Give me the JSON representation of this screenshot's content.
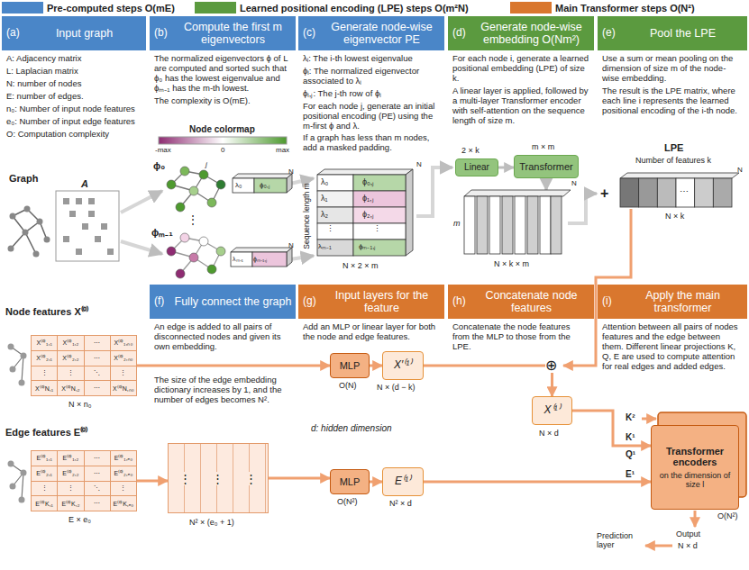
{
  "diagram": {
    "nodes": [
      {
        "text": [
          "(a)",
          "Input graph",
          "A: Adjacency matrix",
          "L: Laplacian matrix",
          "N: number of nodes",
          "E: number of edges.",
          "n₀: Number of input node features",
          "e₀: Number of input edge features",
          "O: Computation complexity"
        ]
      },
      {
        "text": [
          "(b)",
          "Compute the first m eigenvectors",
          "The normalized eigenvectors ϕ of L are computed and sorted such that ϕ₀ has the lowest eigenvalue and ϕₘ₋₁ has the m-th lowest.",
          "The complexity is O(mE)."
        ]
      },
      {
        "text": [
          "(c)",
          "Generate node-wise eigenvector PE",
          "λᵢ: The i-th lowest eigenvalue",
          "ϕᵢ: The normalized eigenvector associated to λᵢ",
          "ϕᵢ,ⱼ: The j-th row of ϕᵢ",
          "For each node j, generate an initial positional encoding (PE) using the m-first ϕ and λ.",
          "If a graph has less than m nodes, add a masked padding."
        ]
      },
      {
        "text": [
          "(d)",
          "Generate node-wise embedding O(Nm²)",
          "For each node i, generate a learned positional embedding (LPE) of size k.",
          "A linear layer is applied, followed by a multi-layer Transformer encoder with self-attention on the sequence length of size m."
        ]
      },
      {
        "text": [
          "Linear"
        ],
        "in": 3
      },
      {
        "text": [
          "Transformer"
        ],
        "in": 3
      },
      {
        "text": [
          "(e)",
          "Pool the LPE",
          "Use a sum or mean pooling on the dimension of size m of the node-wise embedding.",
          "The result is the LPE matrix, where each line i represents the learned positional encoding of the i-th node."
        ]
      },
      {
        "text": [
          "X⁽⁰⁾₁,₁",
          "X⁽⁰⁾₁,₂",
          "⋯",
          "X⁽⁰⁾₁,ₙ₀",
          "X⁽⁰⁾₂,₁",
          "X⁽⁰⁾₂,₂",
          "⋯",
          "X⁽⁰⁾₂,ₙ₀",
          "⋮",
          "⋮",
          "⋱",
          "⋮",
          "X⁽⁰⁾N,₁",
          "X⁽⁰⁾N,₂",
          "⋯",
          "X⁽⁰⁾N,ₙ₀"
        ]
      },
      {
        "text": [
          "E⁽⁰⁾₁,₁",
          "E⁽⁰⁾₁,₂",
          "⋯",
          "E⁽⁰⁾₁,ₑ₀",
          "E⁽⁰⁾₂,₁",
          "E⁽⁰⁾₂,₂",
          "⋯",
          "E⁽⁰⁾₂,ₑ₀",
          "⋮",
          "⋮",
          "⋱",
          "⋮",
          "E⁽⁰⁾K,₁",
          "E⁽⁰⁾K,₂",
          "⋯",
          "E⁽⁰⁾K,ₑ₀"
        ]
      },
      {
        "text": [
          "(f)",
          "Fully connect the graph",
          "An edge is added to all pairs of disconnected nodes and given its own embedding.",
          "The size of the edge embedding dictionary increases by 1, and the number of edges becomes N²."
        ]
      },
      {
        "text": [
          "⋮",
          "⋮",
          "⋮"
        ],
        "in": 9
      },
      {
        "text": [
          "(g)",
          "Input layers for the feature",
          "Add an MLP or linear layer for both the node and edge features."
        ]
      },
      {
        "text": [
          "MLP"
        ],
        "in": 11
      },
      {
        "text": [
          "X′⁽¹⁾"
        ],
        "in": 11
      },
      {
        "text": [
          "MLP"
        ],
        "in": 11
      },
      {
        "text": [
          "E⁽¹⁾"
        ],
        "in": 11
      },
      {
        "text": [
          "(h)",
          "Concatenate node features",
          "Concatenate the node features from the MLP to those from the LPE."
        ]
      },
      {
        "text": [
          "X⁽¹⁾"
        ],
        "in": 16
      },
      {
        "text": [
          "(i)",
          "Apply the main transformer",
          "Attention between all pairs of nodes features and the edge between them. Different linear projections K, Q, E are used to compute attention for real edges and added edges."
        ]
      },
      {
        "text": [
          "Transformer encoders",
          "on the dimension of size l"
        ],
        "in": 18
      }
    ],
    "edges": [
      {
        "from": 4,
        "to": 5,
        "arrow": "to"
      },
      {
        "from": 7,
        "to": 12,
        "arrow": "to"
      },
      {
        "from": 8,
        "to": 10,
        "arrow": "to"
      },
      {
        "from": 10,
        "to": 14,
        "arrow": "to"
      },
      {
        "from": 12,
        "to": 13,
        "arrow": "to"
      },
      {
        "from": 14,
        "to": 15,
        "arrow": "to"
      },
      {
        "from": 13,
        "to": 17,
        "arrow": "to"
      },
      {
        "from": 17,
        "to": 19,
        "arrow": "to"
      },
      {
        "from": 15,
        "to": 19,
        "arrow": "to"
      }
    ],
    "labels": [
      "Graph",
      "A",
      "Node colormap",
      "-max",
      "0",
      "max",
      "ϕ₀",
      "λ₀",
      "ϕ₀,ⱼ",
      "N",
      "⋮",
      "ϕₘ₋₁",
      "λₘ₋₁",
      "ϕₘ₋₁,ⱼ",
      "N",
      "j",
      "Sequence length m",
      "λ₀",
      "λ₁",
      "λ₂",
      "⋮",
      "λₘ₋₁",
      "ϕ₀,ⱼ",
      "ϕ₁,ⱼ",
      "ϕ₂,ⱼ",
      "⋮",
      "ϕₘ₋₁,ⱼ",
      "N",
      "N × 2 × m",
      "2 × k",
      "m × m",
      "N",
      "m",
      "N × k × m",
      "LPE",
      "Number of features k",
      "N",
      "⋯",
      "N × k",
      "+",
      "Node features X⁽⁰⁾",
      "N × n₀",
      "Edge features E⁽⁰⁾",
      "E × e₀",
      "N² × (e₀ + 1)",
      "O(N)",
      "N × (d − k)",
      "d: hidden dimension",
      "O(N²)",
      "N² × d",
      "⊕",
      "N × d",
      "K²",
      "K¹",
      "Q¹",
      "E¹",
      "O(N²)",
      "Output",
      "N × d",
      "Prediction layer"
    ],
    "legend": [
      {
        "text": "Pre-computed steps O(mE)",
        "color": "#4a86c8"
      },
      {
        "text": "Learned positional encoding (LPE) steps O(m²N)",
        "color": "#5b9a3f"
      },
      {
        "text": "Main Transformer steps O(N²)",
        "color": "#d9772e"
      }
    ]
  }
}
